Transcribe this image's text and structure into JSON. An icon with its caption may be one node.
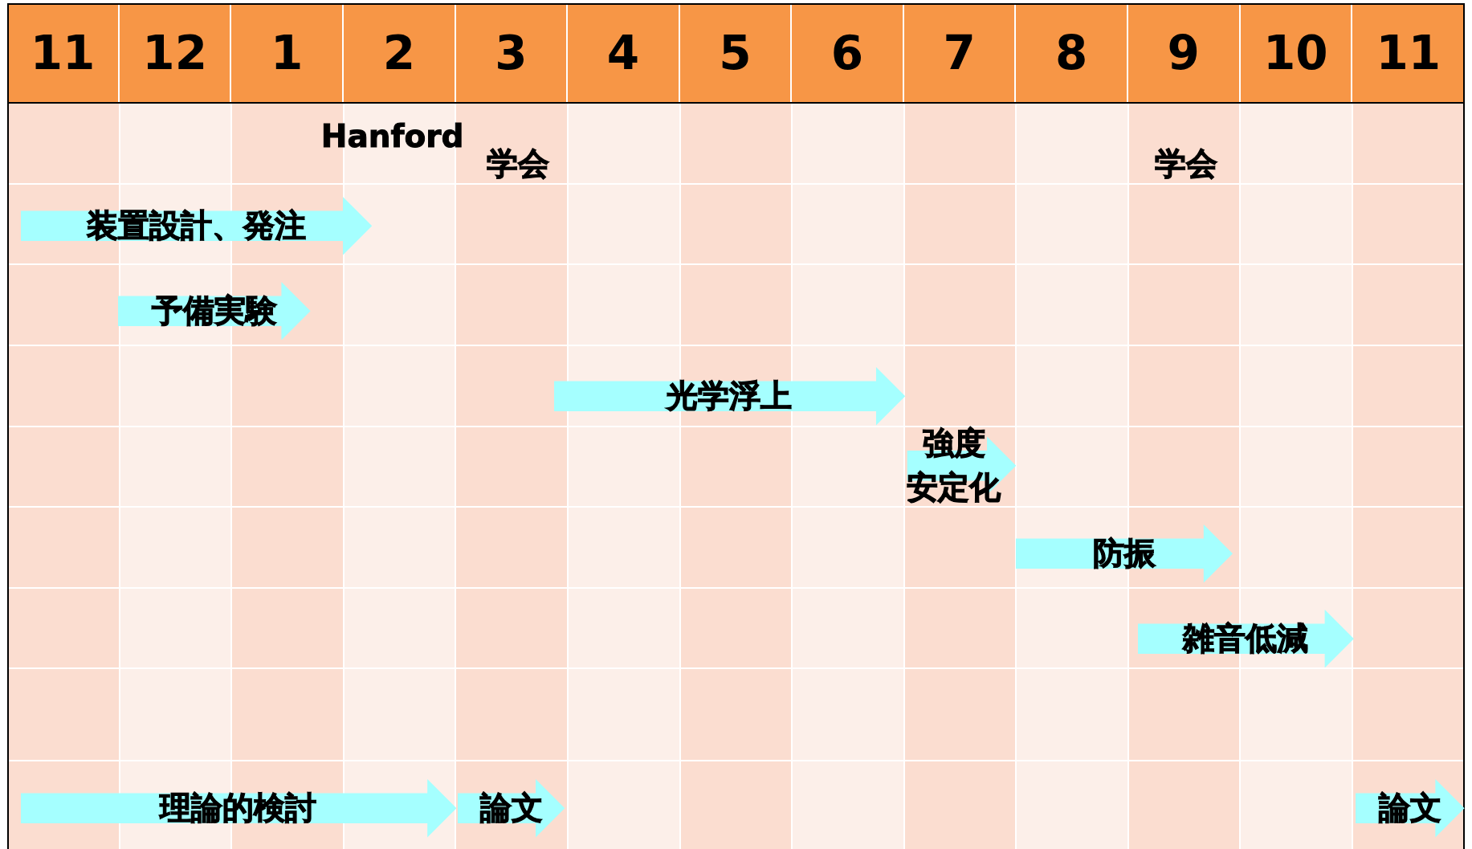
{
  "diagram": {
    "nodes": [
      {
        "text": [
          "装置設計、発注"
        ]
      },
      {
        "text": [
          "予備実験"
        ]
      },
      {
        "text": [
          "光学浮上"
        ]
      },
      {
        "text": [
          "強度安定化"
        ]
      },
      {
        "text": [
          "防振"
        ]
      },
      {
        "text": [
          "雑音低減"
        ]
      },
      {
        "text": [
          "理論的検討"
        ]
      },
      {
        "text": [
          "論文"
        ]
      },
      {
        "text": [
          "論文"
        ]
      }
    ],
    "labels": [
      "11",
      "12",
      "1",
      "2",
      "3",
      "4",
      "5",
      "6",
      "7",
      "8",
      "9",
      "10",
      "11",
      "Hanford",
      "学会",
      "学会"
    ]
  }
}
